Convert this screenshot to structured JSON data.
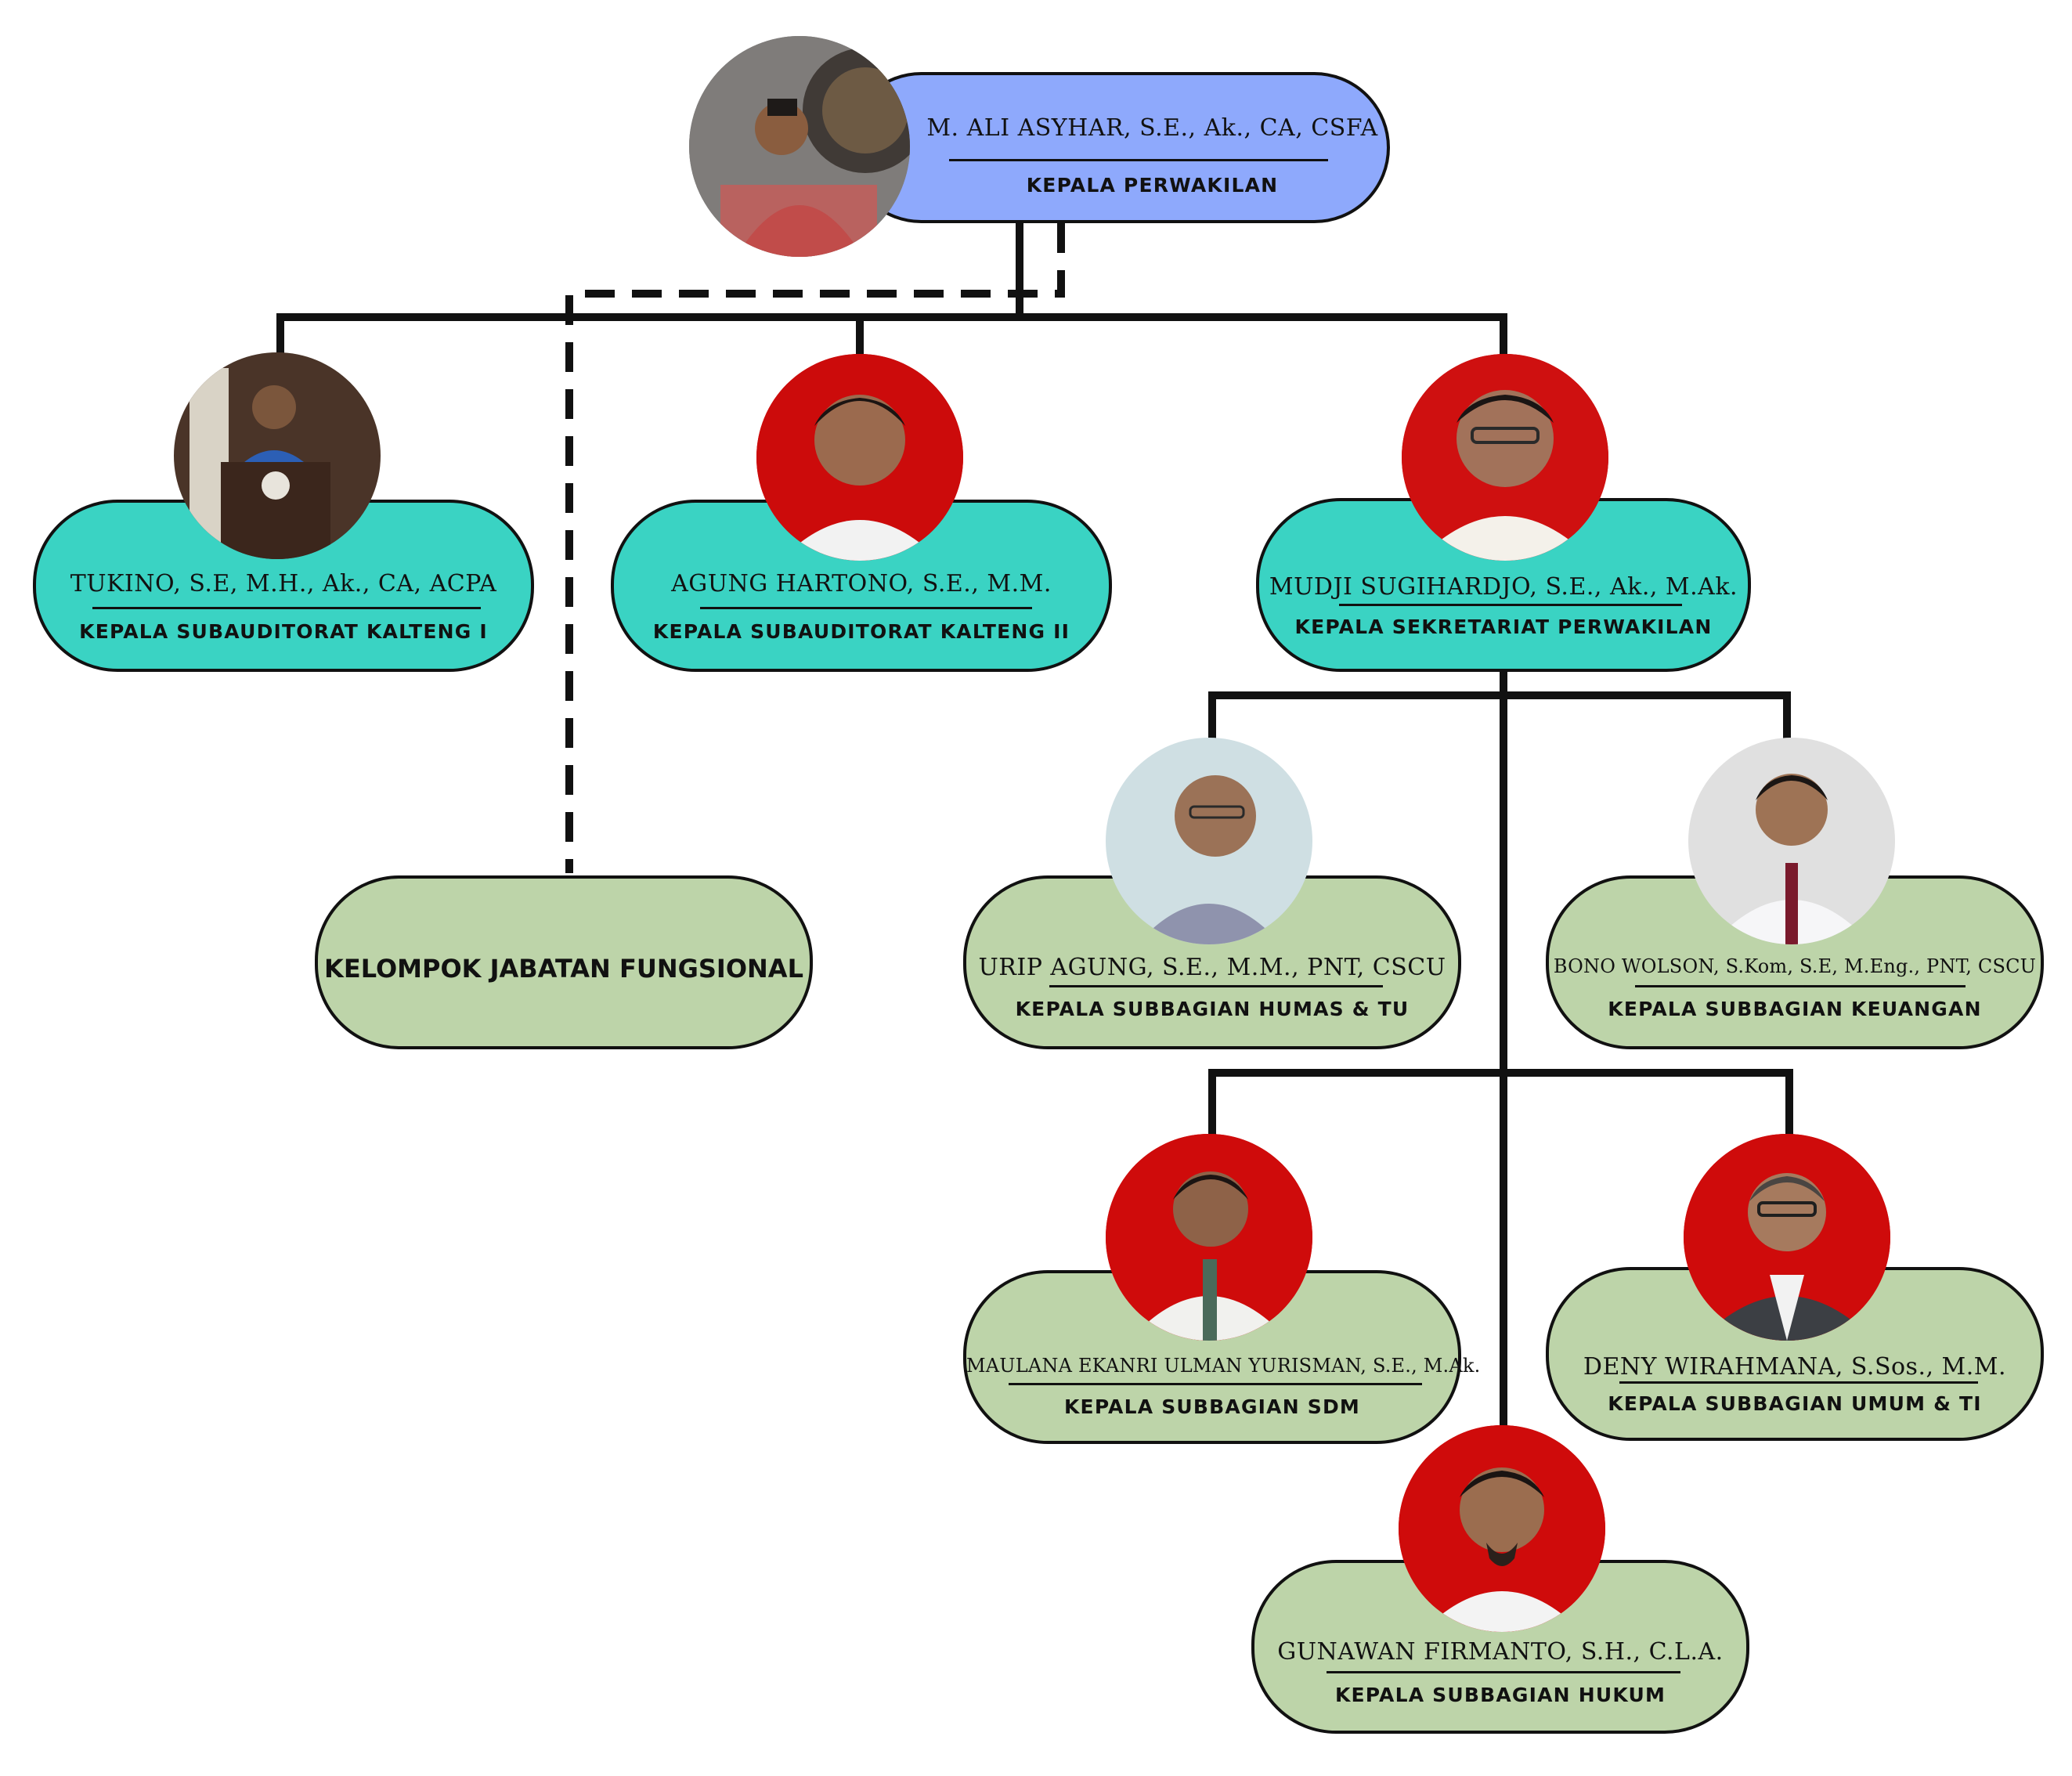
{
  "colors": {
    "head_box": "#8ea9fc",
    "level2_box": "#3ad3c3",
    "level3_box": "#bdd4a9",
    "photo_background": "#d40d0d",
    "lines": "#111111"
  },
  "nodes": {
    "head": {
      "name": "M. ALI ASYHAR, S.E., Ak., CA, CSFA",
      "title": "KEPALA PERWAKILAN",
      "icon": "portrait-photo"
    },
    "sub1": {
      "name": "TUKINO, S.E, M.H., Ak., CA, ACPA",
      "title": "KEPALA SUBAUDITORAT KALTENG I",
      "icon": "portrait-photo"
    },
    "sub2": {
      "name": "AGUNG HARTONO, S.E., M.M.",
      "title": "KEPALA SUBAUDITORAT KALTENG II",
      "icon": "portrait-photo"
    },
    "sekretariat": {
      "name": "MUDJI SUGIHARDJO, S.E., Ak., M.Ak.",
      "title": "KEPALA SEKRETARIAT PERWAKILAN",
      "icon": "portrait-photo"
    },
    "fungsional": {
      "label": "KELOMPOK JABATAN FUNGSIONAL"
    },
    "humas": {
      "name": "URIP AGUNG, S.E., M.M., PNT, CSCU",
      "title": "KEPALA SUBBAGIAN HUMAS & TU",
      "icon": "portrait-photo"
    },
    "keuangan": {
      "name": "BONO WOLSON, S.Kom, S.E, M.Eng., PNT, CSCU",
      "title": "KEPALA SUBBAGIAN KEUANGAN",
      "icon": "portrait-photo"
    },
    "sdm": {
      "name": "MAULANA EKANRI ULMAN YURISMAN, S.E., M.Ak.",
      "title": "KEPALA SUBBAGIAN SDM",
      "icon": "portrait-photo"
    },
    "umum": {
      "name": "DENY WIRAHMANA, S.Sos., M.M.",
      "title": "KEPALA SUBBAGIAN UMUM & TI",
      "icon": "portrait-photo"
    },
    "hukum": {
      "name": "GUNAWAN FIRMANTO, S.H., C.L.A.",
      "title": "KEPALA SUBBAGIAN HUKUM",
      "icon": "portrait-photo"
    }
  }
}
